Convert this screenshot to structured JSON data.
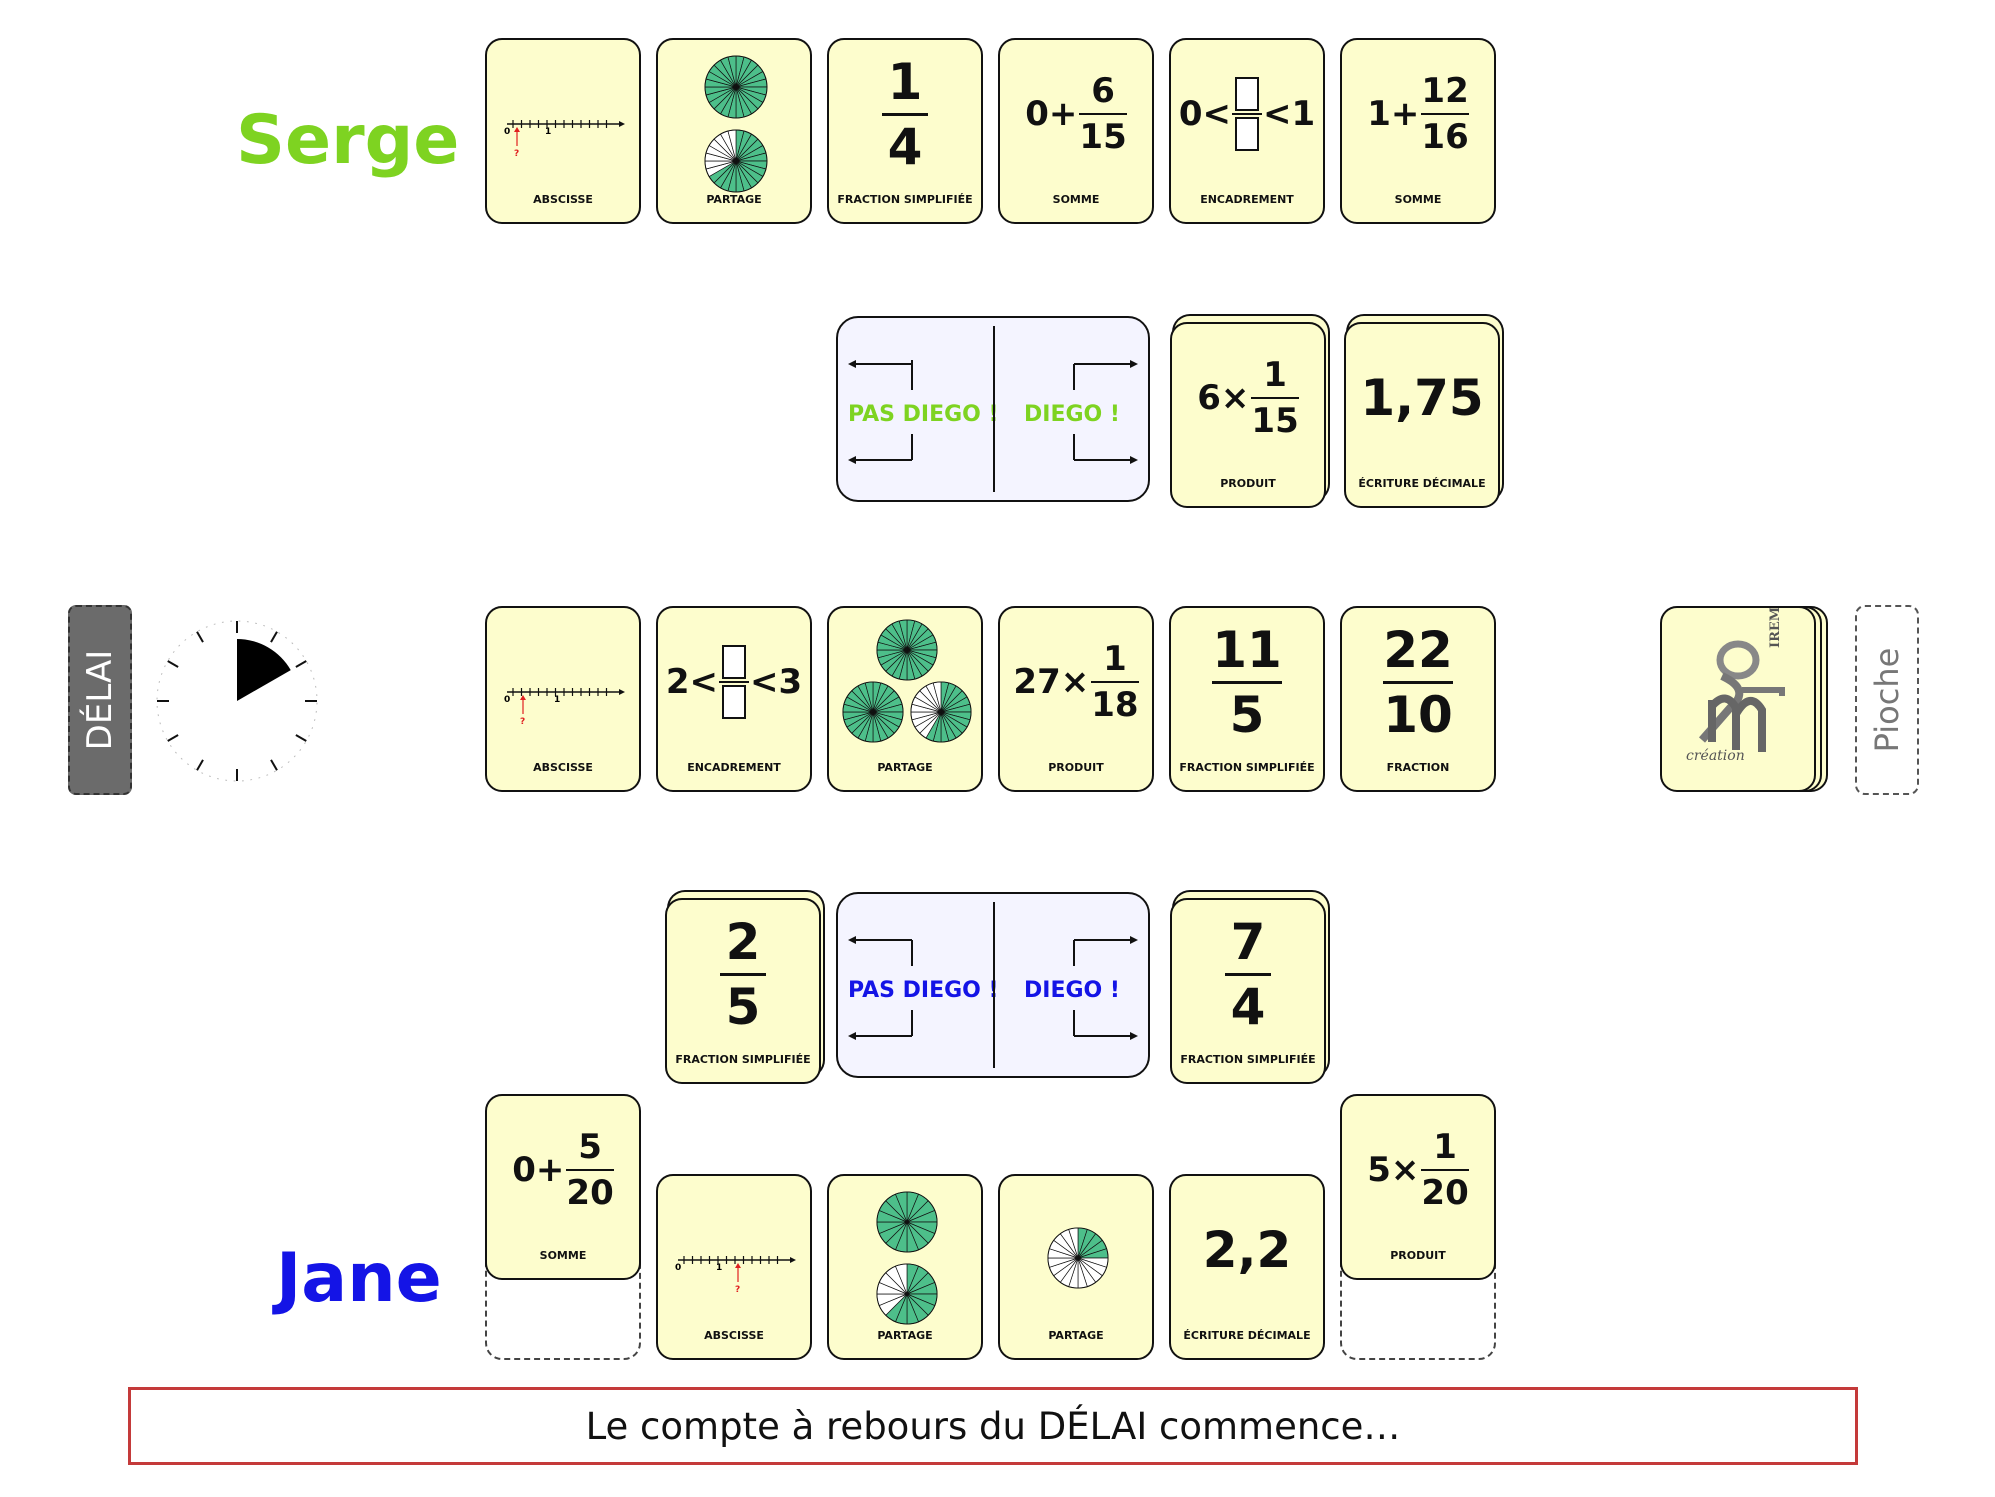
{
  "players": {
    "top": {
      "name": "Serge",
      "color": "#7ed321"
    },
    "bottom": {
      "name": "Jane",
      "color": "#1414e6"
    }
  },
  "serge_hand": [
    {
      "category": "ABSCISSE"
    },
    {
      "category": "PARTAGE"
    },
    {
      "category": "FRACTION SIMPLIFIÉE",
      "num": "1",
      "den": "4"
    },
    {
      "category": "SOMME",
      "prefix": "0+",
      "num": "6",
      "den": "15"
    },
    {
      "category": "ENCADREMENT",
      "left": "0<",
      "right": "<1"
    },
    {
      "category": "SOMME",
      "prefix": "1+",
      "num": "12",
      "den": "16"
    }
  ],
  "serge_row": {
    "pas_diego": "PAS DIEGO !",
    "diego": "DIEGO !",
    "cards": [
      {
        "category": "PRODUIT",
        "prefix": "6×",
        "num": "1",
        "den": "15"
      },
      {
        "category": "ÉCRITURE DÉCIMALE",
        "value": "1,75"
      }
    ]
  },
  "center_row": [
    {
      "category": "ABSCISSE"
    },
    {
      "category": "ENCADREMENT",
      "left": "2<",
      "right": "<3"
    },
    {
      "category": "PARTAGE"
    },
    {
      "category": "PRODUIT",
      "prefix": "27×",
      "num": "1",
      "den": "18"
    },
    {
      "category": "FRACTION SIMPLIFIÉE",
      "num": "11",
      "den": "5"
    },
    {
      "category": "FRACTION",
      "num": "22",
      "den": "10"
    }
  ],
  "jane_row": {
    "pas_diego": "PAS DIEGO !",
    "diego": "DIEGO !",
    "cards": [
      {
        "category": "FRACTION SIMPLIFIÉE",
        "num": "2",
        "den": "5"
      },
      {
        "category": "FRACTION SIMPLIFIÉE",
        "num": "7",
        "den": "4"
      }
    ]
  },
  "jane_hand": [
    {
      "category": "SOMME",
      "prefix": "0+",
      "num": "5",
      "den": "20"
    },
    {
      "category": "ABSCISSE"
    },
    {
      "category": "PARTAGE"
    },
    {
      "category": "PARTAGE"
    },
    {
      "category": "ÉCRITURE DÉCIMALE",
      "value": "2,2"
    },
    {
      "category": "PRODUIT",
      "prefix": "5×",
      "num": "1",
      "den": "20"
    }
  ],
  "controls": {
    "delai": "DÉLAI",
    "pioche": "Pioche"
  },
  "deck_logo": {
    "irem": "IREM CAEN",
    "creation": "création"
  },
  "timer": {
    "elapsed_fraction": 0.167
  },
  "status_message": "Le compte à rebours du DÉLAI commence…",
  "colors": {
    "card_bg": "#fdfdcd",
    "wheel_green": "#4dbf8a",
    "status_border": "#c43a3a"
  },
  "number_line": {
    "zero": "0",
    "one": "1",
    "question": "?"
  }
}
